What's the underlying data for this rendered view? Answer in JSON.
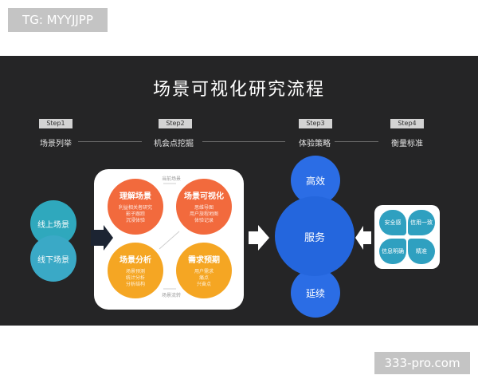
{
  "watermarks": {
    "top_left": "TG: MYYJJPP",
    "bottom_right": "333-pro.com"
  },
  "title": "场景可视化研究流程",
  "steps": [
    {
      "badge": "Step1",
      "label": "场景列举"
    },
    {
      "badge": "Step2",
      "label": "机会点挖掘"
    },
    {
      "badge": "Step3",
      "label": "体验策略"
    },
    {
      "badge": "Step4",
      "label": "衡量标准"
    }
  ],
  "step1": {
    "items": [
      "线上场景",
      "线下场景"
    ]
  },
  "step2": {
    "top_label": "当前场景",
    "bottom_label": "场景流转",
    "quadrants": [
      {
        "name": "理解场景",
        "sub": [
          "利益相关者研究",
          "影子跟踪",
          "沉浸体验"
        ]
      },
      {
        "name": "场景可视化",
        "sub": [
          "思维导图",
          "用户旅程地图",
          "体验记录"
        ]
      },
      {
        "name": "场景分析",
        "sub": [
          "场景预测",
          "统计分析",
          "分析结构"
        ]
      },
      {
        "name": "需求预期",
        "sub": [
          "用户需求",
          "痛点",
          "兴奋点"
        ]
      }
    ]
  },
  "step3": {
    "top": "高效",
    "center": "服务",
    "bottom": "延续"
  },
  "step4": {
    "petals": [
      "安全感",
      "信用一致",
      "信息明确",
      "精准"
    ]
  },
  "colors": {
    "panel": "#252526",
    "teal": "#2fa8bd",
    "orange": "#f26a3d",
    "amber": "#f5a623",
    "blue": "#2466dd",
    "petal": "#2fa0c0"
  }
}
